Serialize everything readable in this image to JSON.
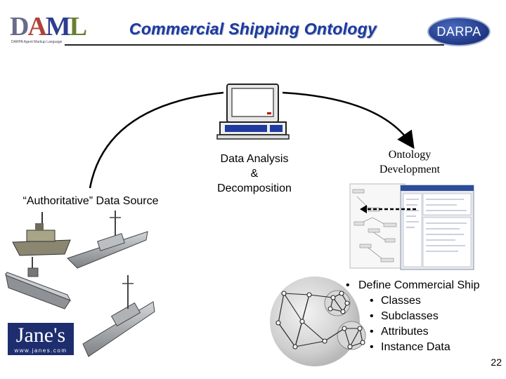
{
  "header": {
    "title": "Commercial Shipping Ontology",
    "daml_logo": {
      "letters": [
        "D",
        "A",
        "M",
        "L"
      ],
      "tagline": "DARPA Agent Markup Language"
    },
    "darpa_logo": "DARPA"
  },
  "diagram": {
    "source_label": "“Authoritative” Data Source",
    "analysis_label": [
      "Data Analysis",
      "&",
      "Decomposition"
    ],
    "ontology_label": [
      "Ontology",
      "Development"
    ],
    "icons": [
      "computer-terminal-icon",
      "ship-icon",
      "ontology-editor-screenshot",
      "graph-network-icon"
    ]
  },
  "janes_logo": {
    "word": "Jane's",
    "url": "www.janes.com"
  },
  "bullets": {
    "main": "Define Commercial Ship",
    "items": [
      "Classes",
      "Subclasses",
      "Attributes",
      "Instance Data"
    ]
  },
  "page_number": "22",
  "colors": {
    "title": "#1c3a9e",
    "darpa": "#1f3783",
    "janes": "#1d2d6e"
  }
}
